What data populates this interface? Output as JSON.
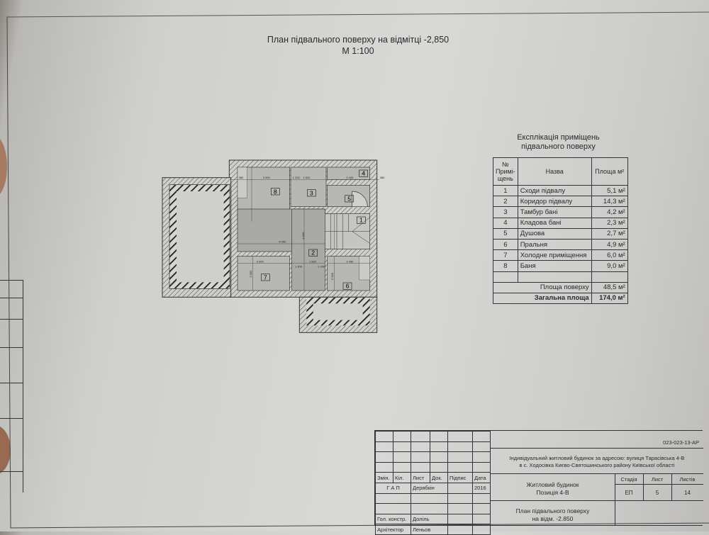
{
  "drawing": {
    "title": "План підвального поверху на відмітці -2,850",
    "scale": "М 1:100"
  },
  "plan": {
    "room_numbers": [
      "1",
      "2",
      "3",
      "4",
      "5",
      "6",
      "7",
      "8"
    ],
    "dimensions": [
      "380",
      "3 000",
      "1 820",
      "2 430",
      "380",
      "1 200",
      "5 050",
      "4 840",
      "3 000",
      "1 820",
      "2 430",
      "2 000",
      "2 000",
      "1 200",
      "1 200"
    ]
  },
  "explication": {
    "title_line1": "Експлікація приміщень",
    "title_line2": "підвального поверху",
    "headers": {
      "number": "№ Примі- щень",
      "name": "Назва",
      "area": "Площа м²"
    },
    "rows": [
      {
        "no": "1",
        "name": "Сходи підвалу",
        "area": "5,1 м²"
      },
      {
        "no": "2",
        "name": "Коридор підвалу",
        "area": "14,3 м²"
      },
      {
        "no": "3",
        "name": "Тамбур бані",
        "area": "4,2 м²"
      },
      {
        "no": "4",
        "name": "Кладова бані",
        "area": "2,3 м²"
      },
      {
        "no": "5",
        "name": "Душова",
        "area": "2,7 м²"
      },
      {
        "no": "6",
        "name": "Пральня",
        "area": "4,9 м²"
      },
      {
        "no": "7",
        "name": "Холодне приміщення",
        "area": "6,0 м²"
      },
      {
        "no": "8",
        "name": "Баня",
        "area": "9,0 м²"
      }
    ],
    "floor_area_label": "Площа поверху",
    "floor_area": "48,5 м²",
    "total_area_label": "Загальна площа",
    "total_area": "174,0 м²"
  },
  "stamp": {
    "code": "023-023-13-АР",
    "project_line1": "Індивідуальний житловий будинок за адресою: вулиця Тарасівська 4-В",
    "project_line2": "в с. Ходосівка Києво-Святошинського району Київської області",
    "cols": [
      "Змін.",
      "Кіл.",
      "Лист",
      "Док.",
      "Підпис",
      "Дата"
    ],
    "gap_role": "Г А П",
    "gap_name": "Дерябкін",
    "gap_date": "2016",
    "constr_role": "Гол. констр.",
    "constr_name": "Доліль",
    "arch_role": "Архітектор",
    "arch_name": "Леньов",
    "building_line1": "Житловий будинок",
    "building_line2": "Позиція 4-В",
    "stage_label": "Стадія",
    "sheet_label": "Лист",
    "sheets_label": "Листів",
    "stage": "ЕП",
    "sheet": "5",
    "sheets": "14",
    "sheet_title_line1": "План підвального поверху",
    "sheet_title_line2": "на відм. -2.850"
  },
  "colors": {
    "paper": "#d8d8d6",
    "ink": "#2a2a2a",
    "fill": "#a9a9a6"
  }
}
